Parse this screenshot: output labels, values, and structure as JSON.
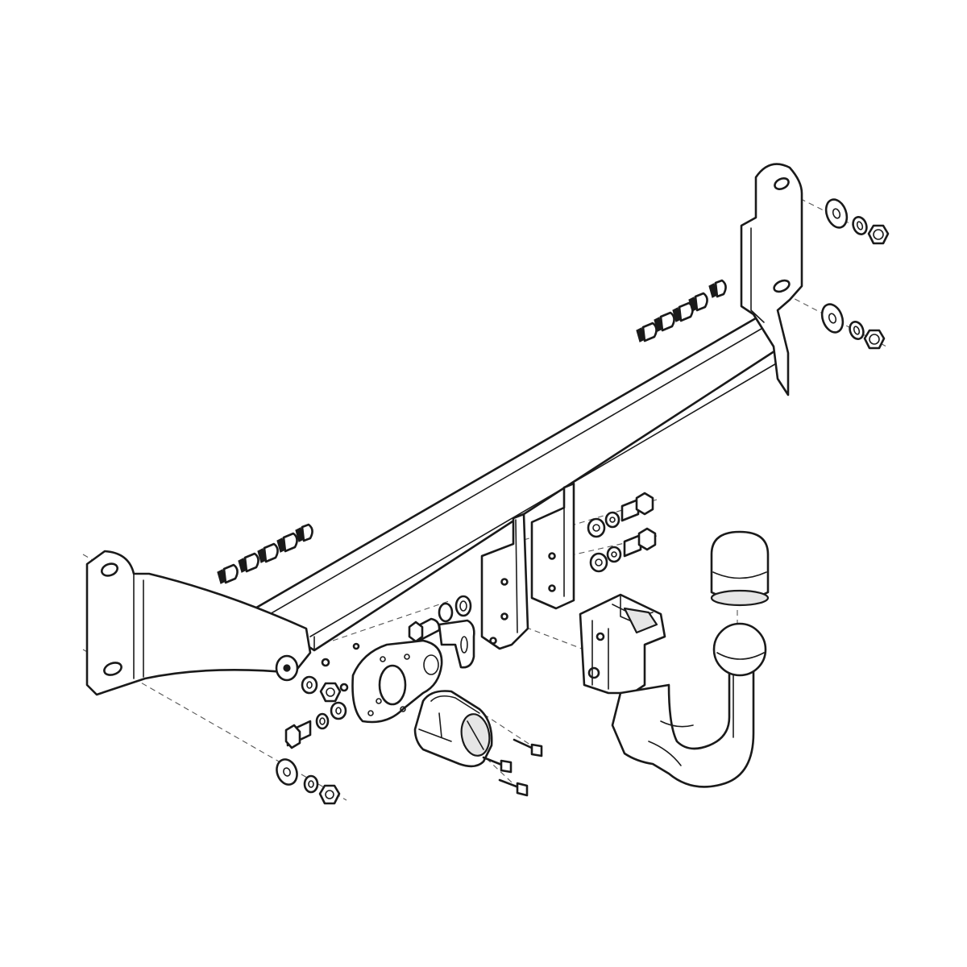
{
  "diagram": {
    "style": "exploded-assembly-line-drawing",
    "colors": {
      "line": "#1a1a1a",
      "fill": "#ffffff",
      "shade": "#e6e6e6",
      "dashed": "#555555"
    },
    "parts": [
      "tow-bar-crossbeam",
      "left-mounting-bracket",
      "right-mounting-bracket",
      "center-brackets",
      "tow-ball-neck",
      "ball-cover-cap",
      "receiver-housing",
      "socket-plate",
      "electrical-socket",
      "bolts-washers-nuts",
      "cable-clips"
    ]
  }
}
